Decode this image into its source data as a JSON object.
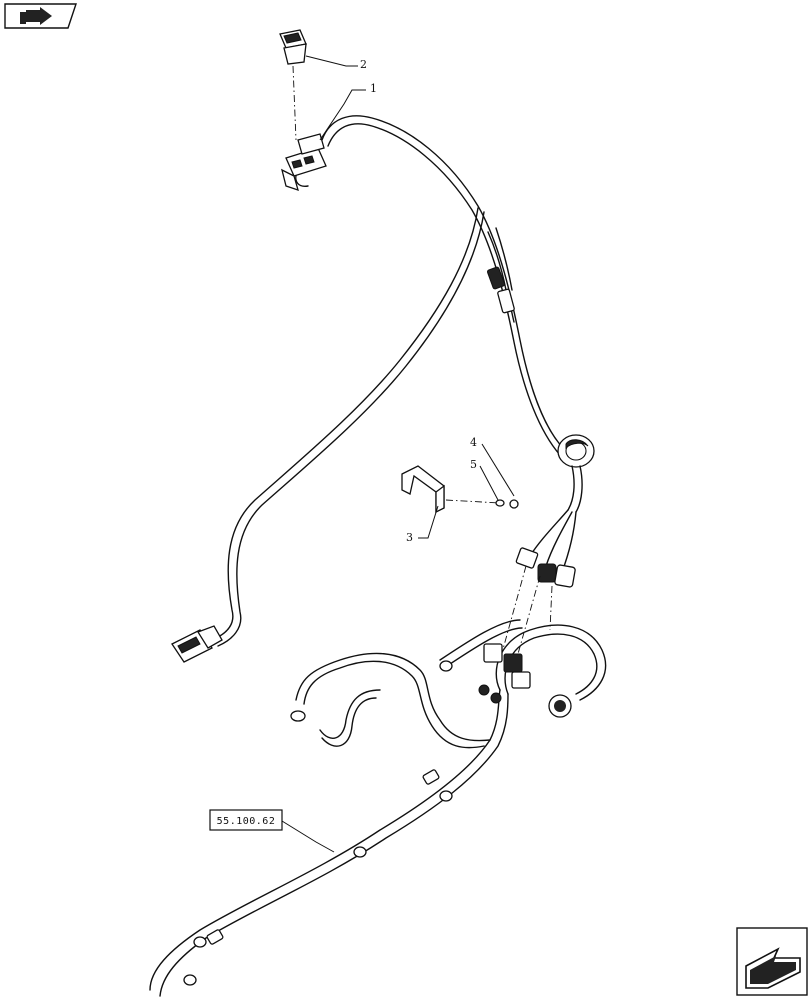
{
  "nav": {
    "prev_icon": "page-back-arrow-icon",
    "next_icon": "page-forward-arrow-icon"
  },
  "diagram": {
    "callouts": [
      {
        "id": "c1",
        "label": "1"
      },
      {
        "id": "c2",
        "label": "2"
      },
      {
        "id": "c3",
        "label": "3"
      },
      {
        "id": "c4",
        "label": "4"
      },
      {
        "id": "c5",
        "label": "5"
      }
    ],
    "reference_box": "55.100.62"
  }
}
